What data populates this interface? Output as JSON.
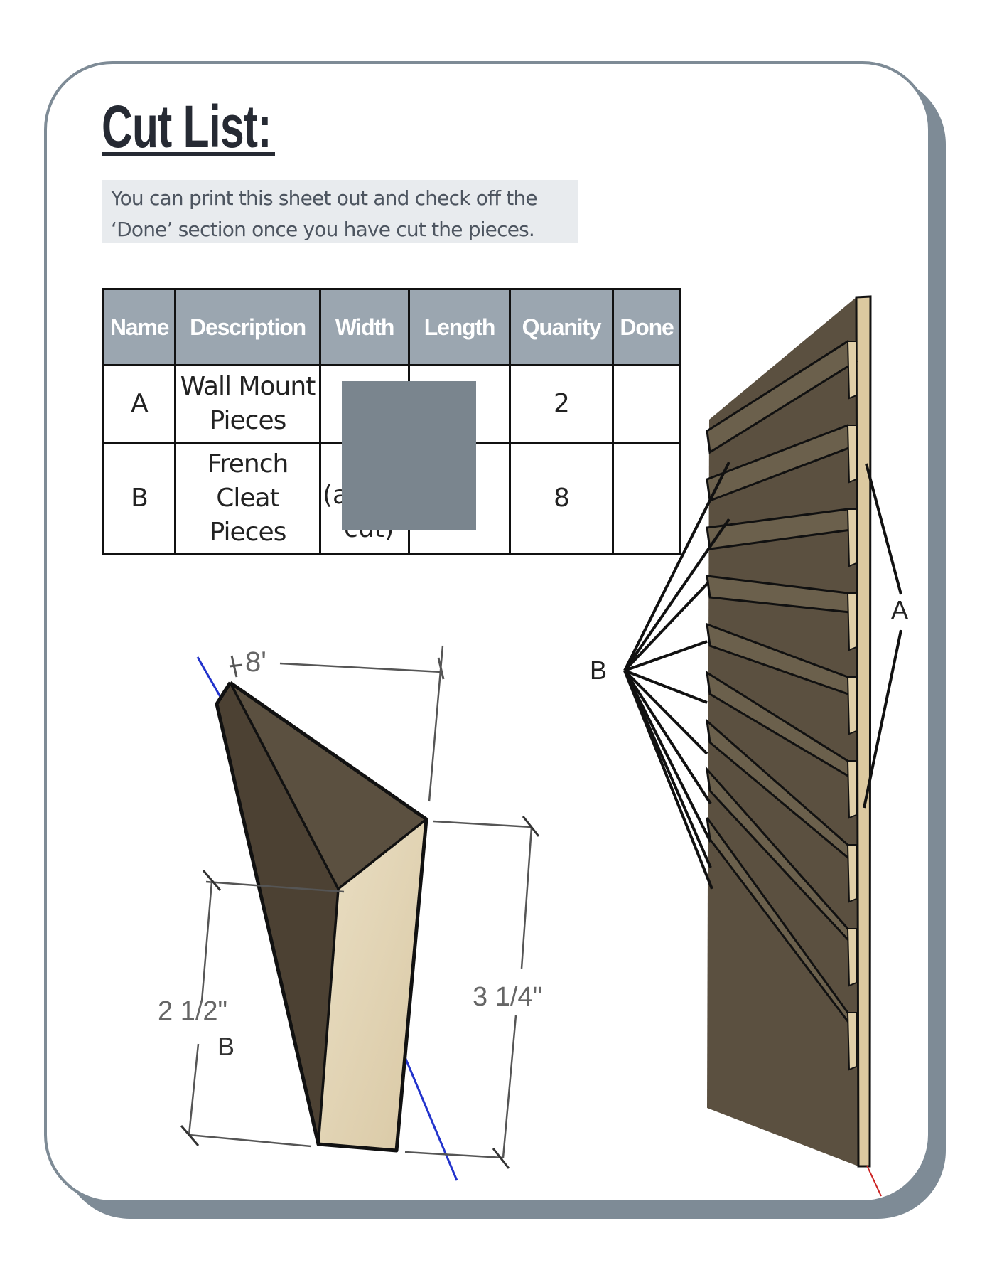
{
  "title": "Cut List:",
  "note": {
    "line1": "You can print this sheet out and check off the",
    "line2": "‘Done’ section once you have cut the pieces."
  },
  "table": {
    "headers": [
      "Name",
      "Description",
      "Width",
      "Length",
      "Quanity",
      "Done"
    ],
    "rows": [
      {
        "name": "A",
        "desc1": "Wall Mount",
        "desc2": "Pieces",
        "width": "",
        "length": "",
        "quantity": "2",
        "done": ""
      },
      {
        "name": "B",
        "desc1": "French Cleat",
        "desc2": "Pieces",
        "width_frag1": "(a",
        "width_frag2": "cut)",
        "length": "",
        "quantity": "8",
        "done": ""
      }
    ]
  },
  "diagram": {
    "dim_length": "8'",
    "dim_height": "2 1/2\"",
    "dim_width": "3 1/4\"",
    "piece_label": "B",
    "label_b": "B",
    "label_a": "A"
  },
  "colors": {
    "border": "#7e8b96",
    "header_bg": "#9ba6b0",
    "wood_dark": "#5a5040",
    "wood_light": "#e2d4b4",
    "redaction": "#7a858e"
  }
}
